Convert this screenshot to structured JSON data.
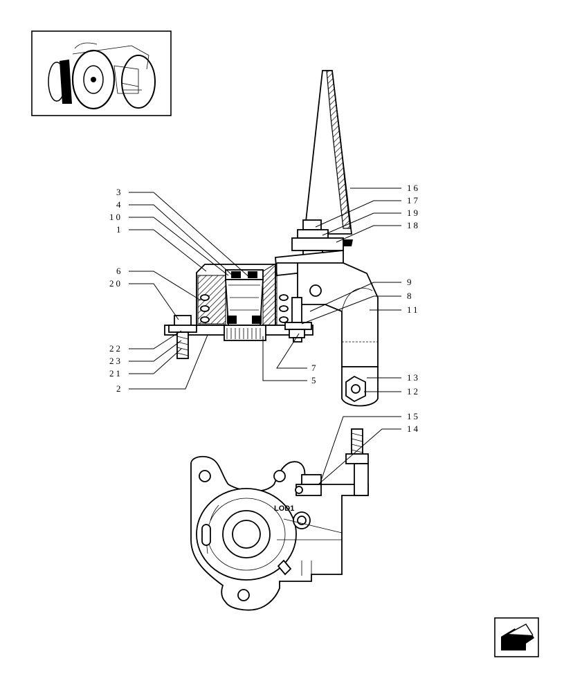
{
  "callouts": [
    {
      "id": "c3",
      "text": "3"
    },
    {
      "id": "c4",
      "text": "4"
    },
    {
      "id": "c10",
      "text": "10"
    },
    {
      "id": "c1",
      "text": "1"
    },
    {
      "id": "c6",
      "text": "6"
    },
    {
      "id": "c20",
      "text": "20"
    },
    {
      "id": "c22",
      "text": "22"
    },
    {
      "id": "c23",
      "text": "23"
    },
    {
      "id": "c21",
      "text": "21"
    },
    {
      "id": "c2",
      "text": "2"
    },
    {
      "id": "c16",
      "text": "16"
    },
    {
      "id": "c17",
      "text": "17"
    },
    {
      "id": "c19",
      "text": "19"
    },
    {
      "id": "c18",
      "text": "18"
    },
    {
      "id": "c9",
      "text": "9"
    },
    {
      "id": "c8",
      "text": "8"
    },
    {
      "id": "c11",
      "text": "11"
    },
    {
      "id": "c7",
      "text": "7"
    },
    {
      "id": "c5",
      "text": "5"
    },
    {
      "id": "c13",
      "text": "13"
    },
    {
      "id": "c12",
      "text": "12"
    },
    {
      "id": "c15",
      "text": "15"
    },
    {
      "id": "c14",
      "text": "14"
    }
  ],
  "part_marking": "LOD1",
  "icons": {
    "thumbnail": "tractor-thumbnail-icon",
    "navigation": "previous-page-arrow-icon"
  },
  "colors": {
    "line": "#000000",
    "background": "#ffffff"
  }
}
